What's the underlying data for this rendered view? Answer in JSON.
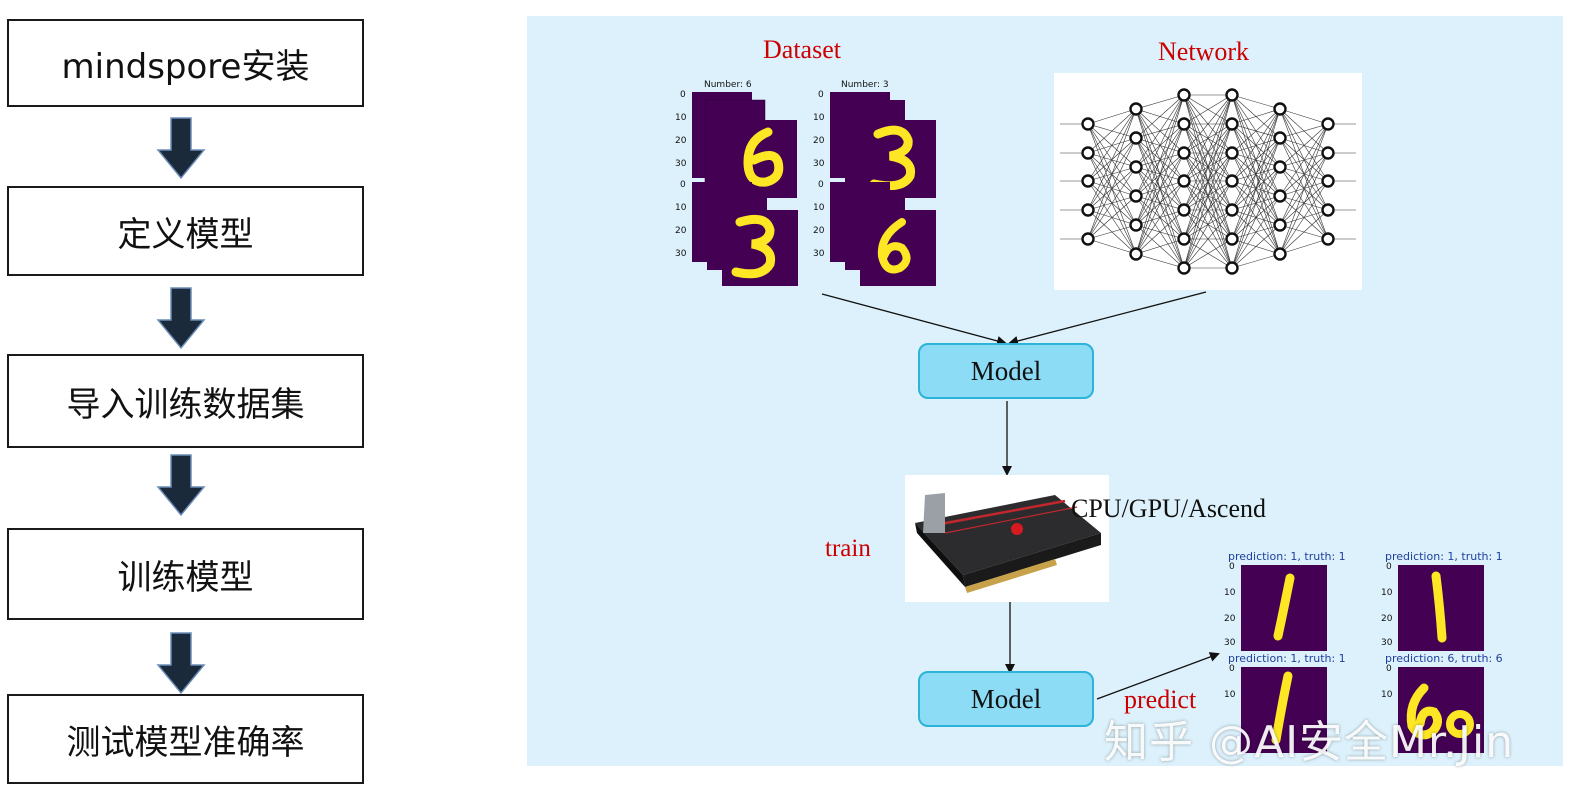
{
  "flow": {
    "steps": [
      "mindspore安装",
      "定义模型",
      "导入训练数据集",
      "训练模型",
      "测试模型准确率"
    ]
  },
  "diagram": {
    "dataset_label": "Dataset",
    "network_label": "Network",
    "model_label_top": "Model",
    "model_label_bottom": "Model",
    "hardware_label": "CPU/GPU/Ascend",
    "train_label": "train",
    "predict_label": "predict",
    "dataset_tiles": {
      "tile_a_title": "Number: 6",
      "tile_b_title": "Number: 3",
      "ticks": [
        "0",
        "10",
        "20",
        "30"
      ]
    },
    "predictions": [
      "prediction: 1, truth: 1",
      "prediction: 1, truth: 1",
      "prediction: 1, truth: 1",
      "prediction: 6, truth: 6"
    ],
    "pred_ticks": [
      "0",
      "10",
      "20",
      "30"
    ],
    "watermark": "知乎 @AI安全Mr.Jin"
  },
  "colors": {
    "panel_bg": "#dcf1fb",
    "model_fill": "#8ddcf6",
    "label_red": "#cc0000",
    "digit_bg": "#440154",
    "digit_fg": "#fde725",
    "arrow_fill": "#1b2a3a"
  }
}
